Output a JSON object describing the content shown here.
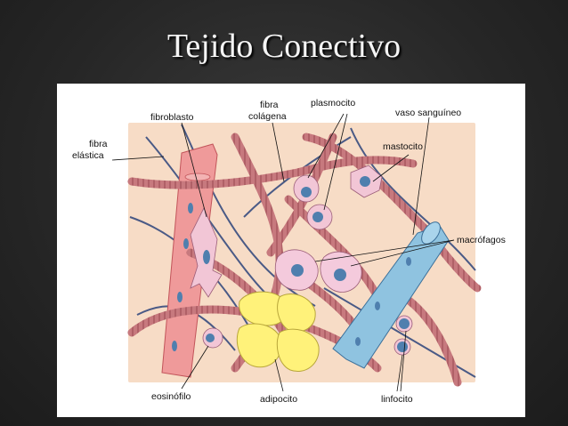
{
  "slide": {
    "title": "Tejido Conectivo"
  },
  "diagram": {
    "labels": {
      "fibroblasto": "fibroblasto",
      "fibra_colagena_1": "fibra",
      "fibra_colagena_2": "colágena",
      "plasmocito": "plasmocito",
      "vaso_sanguineo": "vaso sanguíneo",
      "fibra_elastica_1": "fibra",
      "fibra_elastica_2": "elástica",
      "mastocito": "mastocito",
      "macrofagos": "macrófagos",
      "eosinofilo": "eosinófilo",
      "adipocito": "adipocito",
      "linfocito": "linfocito"
    },
    "colors": {
      "background_panel": "#f7dcc6",
      "collagen": "#c7797e",
      "muscle_fiber": "#ef9a9a",
      "blood_vessel": "#8fc3e0",
      "adipocyte": "#fff27a",
      "elastic_fiber": "#4a5a86",
      "nucleus": "#4f7fae"
    }
  }
}
